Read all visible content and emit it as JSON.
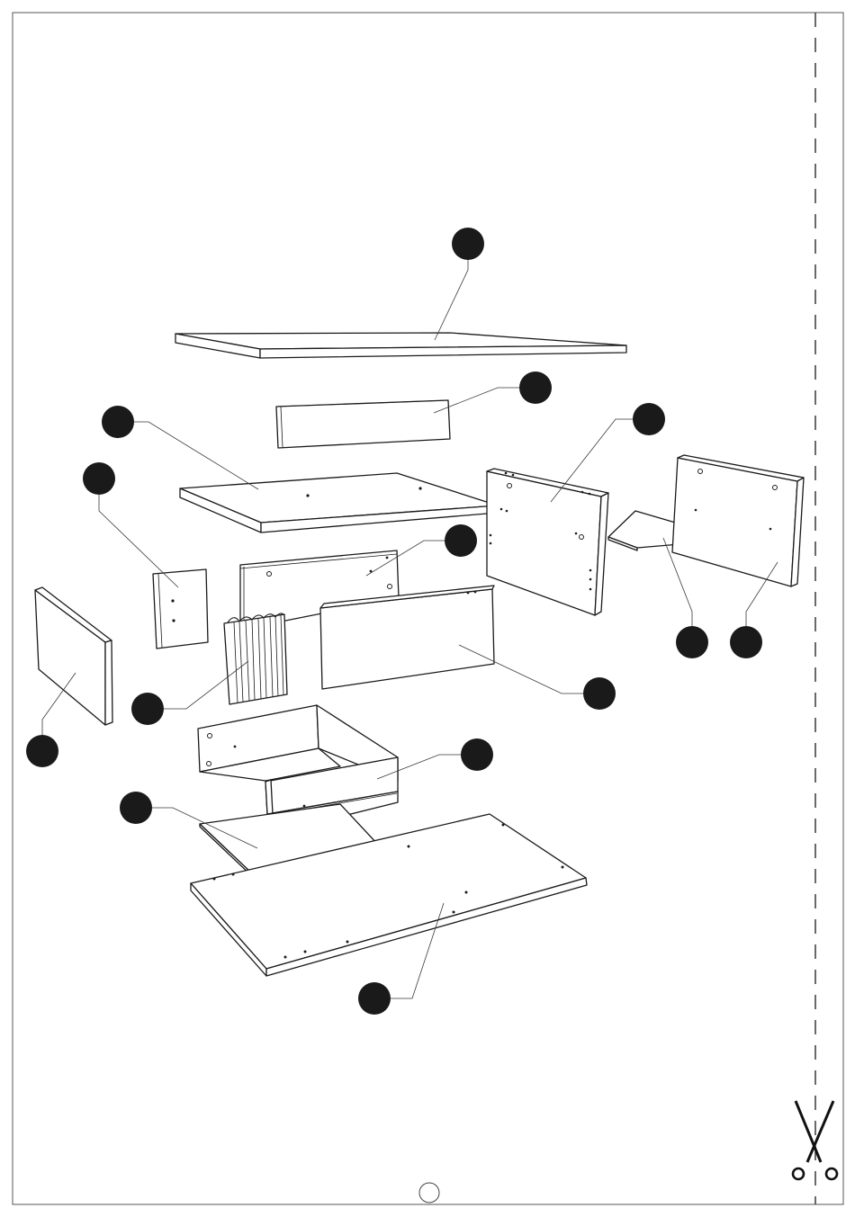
{
  "sheet": {
    "border_color": "#555555",
    "cut_line": "dashed",
    "cut_icon": "scissors-icon",
    "page_marker": "circle"
  },
  "diagram": {
    "type": "exploded-assembly",
    "callout_color": "#1a1a1a",
    "callout_labels_visible": false,
    "parts": [
      {
        "name": "top-panel"
      },
      {
        "name": "back-strip"
      },
      {
        "name": "middle-shelf"
      },
      {
        "name": "small-side-panel"
      },
      {
        "name": "left-end-panel"
      },
      {
        "name": "inner-back-panel"
      },
      {
        "name": "fluted-panel"
      },
      {
        "name": "front-panel"
      },
      {
        "name": "right-side-panel"
      },
      {
        "name": "right-shelf"
      },
      {
        "name": "far-right-panel"
      },
      {
        "name": "drawer-box"
      },
      {
        "name": "drawer-bottom"
      },
      {
        "name": "base-panel"
      }
    ]
  }
}
